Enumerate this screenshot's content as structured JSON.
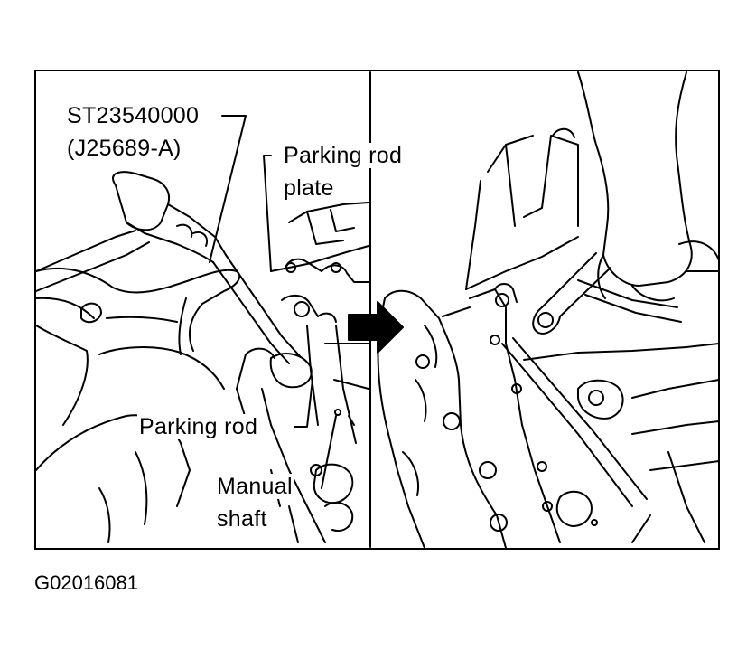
{
  "labels": {
    "tool_number": "ST23540000",
    "tool_alt_number": "(J25689-A)",
    "parking_rod_plate_line1": "Parking rod",
    "parking_rod_plate_line2": "plate",
    "parking_rod": "Parking rod",
    "manual_shaft_line1": "Manual",
    "manual_shaft_line2": "shaft"
  },
  "figure_id": "G02016081",
  "colors": {
    "ink": "#000000",
    "paper": "#ffffff"
  }
}
